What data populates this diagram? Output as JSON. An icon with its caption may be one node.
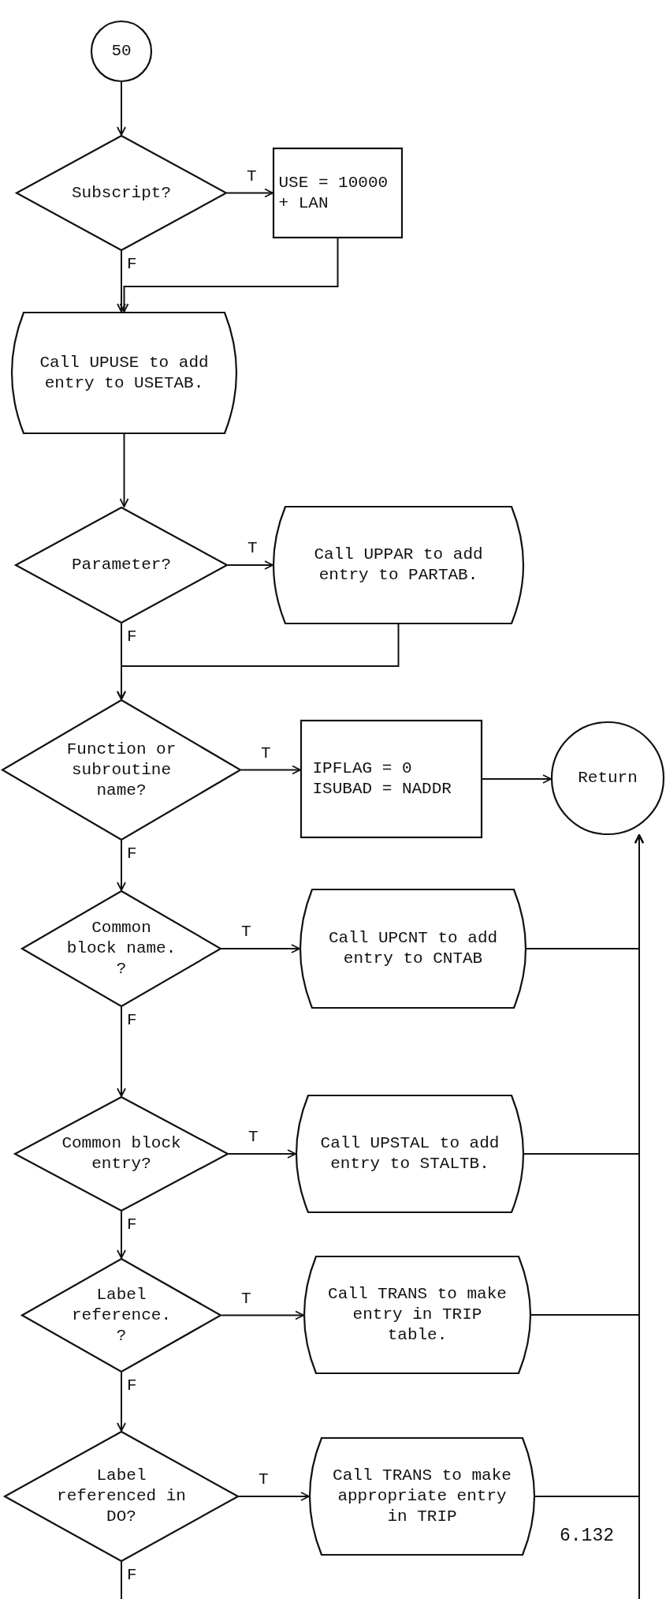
{
  "diagram": {
    "nodes": [
      {
        "text": [
          "50"
        ]
      },
      {
        "text": [
          "Subscript?"
        ]
      },
      {
        "text": [
          "USE = 10000 + LAN"
        ]
      },
      {
        "text": [
          "Call UPUSE to add entry to USETAB."
        ]
      },
      {
        "text": [
          "Parameter?"
        ]
      },
      {
        "text": [
          "Call UPPAR to add entry to PARTAB."
        ]
      },
      {
        "text": [
          "Function or subroutine name?"
        ]
      },
      {
        "text": [
          "IPFLAG = 0 ISUBAD = NADDR"
        ]
      },
      {
        "text": [
          "Return"
        ]
      },
      {
        "text": [
          "Common block name. ?"
        ]
      },
      {
        "text": [
          "Call UPCNT to add entry to CNTAB"
        ]
      },
      {
        "text": [
          "Common block entry?"
        ]
      },
      {
        "text": [
          "Call UPSTAL to add entry to STALTB."
        ]
      },
      {
        "text": [
          "Label reference. ?"
        ]
      },
      {
        "text": [
          "Call TRANS to make entry in TRIP table."
        ]
      },
      {
        "text": [
          "Label referenced in DO?"
        ]
      },
      {
        "text": [
          "Call TRANS to make appropriate entry in TRIP"
        ]
      }
    ],
    "edges": [
      {
        "from": 0,
        "to": 1,
        "arrow": "to"
      },
      {
        "from": 1,
        "to": 2,
        "arrow": "to",
        "label": "T"
      },
      {
        "from": 1,
        "to": 3,
        "arrow": "to",
        "label": "F"
      },
      {
        "from": 2,
        "to": 3,
        "arrow": "to"
      },
      {
        "from": 3,
        "to": 4,
        "arrow": "to"
      },
      {
        "from": 4,
        "to": 5,
        "arrow": "to",
        "label": "T"
      },
      {
        "from": 4,
        "to": 6,
        "arrow": "to",
        "label": "F"
      },
      {
        "from": 5,
        "to": 6,
        "arrow": "to"
      },
      {
        "from": 6,
        "to": 7,
        "arrow": "to",
        "label": "T"
      },
      {
        "from": 7,
        "to": 8,
        "arrow": "to"
      },
      {
        "from": 6,
        "to": 9,
        "arrow": "to",
        "label": "F"
      },
      {
        "from": 9,
        "to": 10,
        "arrow": "to",
        "label": "T"
      },
      {
        "from": 9,
        "to": 11,
        "arrow": "to",
        "label": "F"
      },
      {
        "from": 10,
        "to": 8,
        "arrow": "to"
      },
      {
        "from": 11,
        "to": 12,
        "arrow": "to",
        "label": "T"
      },
      {
        "from": 11,
        "to": 13,
        "arrow": "to",
        "label": "F"
      },
      {
        "from": 12,
        "to": 8,
        "arrow": "to"
      },
      {
        "from": 13,
        "to": 14,
        "arrow": "to",
        "label": "T"
      },
      {
        "from": 13,
        "to": 15,
        "arrow": "to",
        "label": "F"
      },
      {
        "from": 14,
        "to": 8,
        "arrow": "to"
      },
      {
        "from": 15,
        "to": 16,
        "arrow": "to",
        "label": "T"
      },
      {
        "from": 16,
        "to": 8,
        "arrow": "to"
      },
      {
        "from": 15,
        "to": null,
        "arrow": "none",
        "label": "F"
      },
      {
        "from": null,
        "to": 8,
        "arrow": "to"
      }
    ],
    "labels": [
      "6.132"
    ]
  }
}
